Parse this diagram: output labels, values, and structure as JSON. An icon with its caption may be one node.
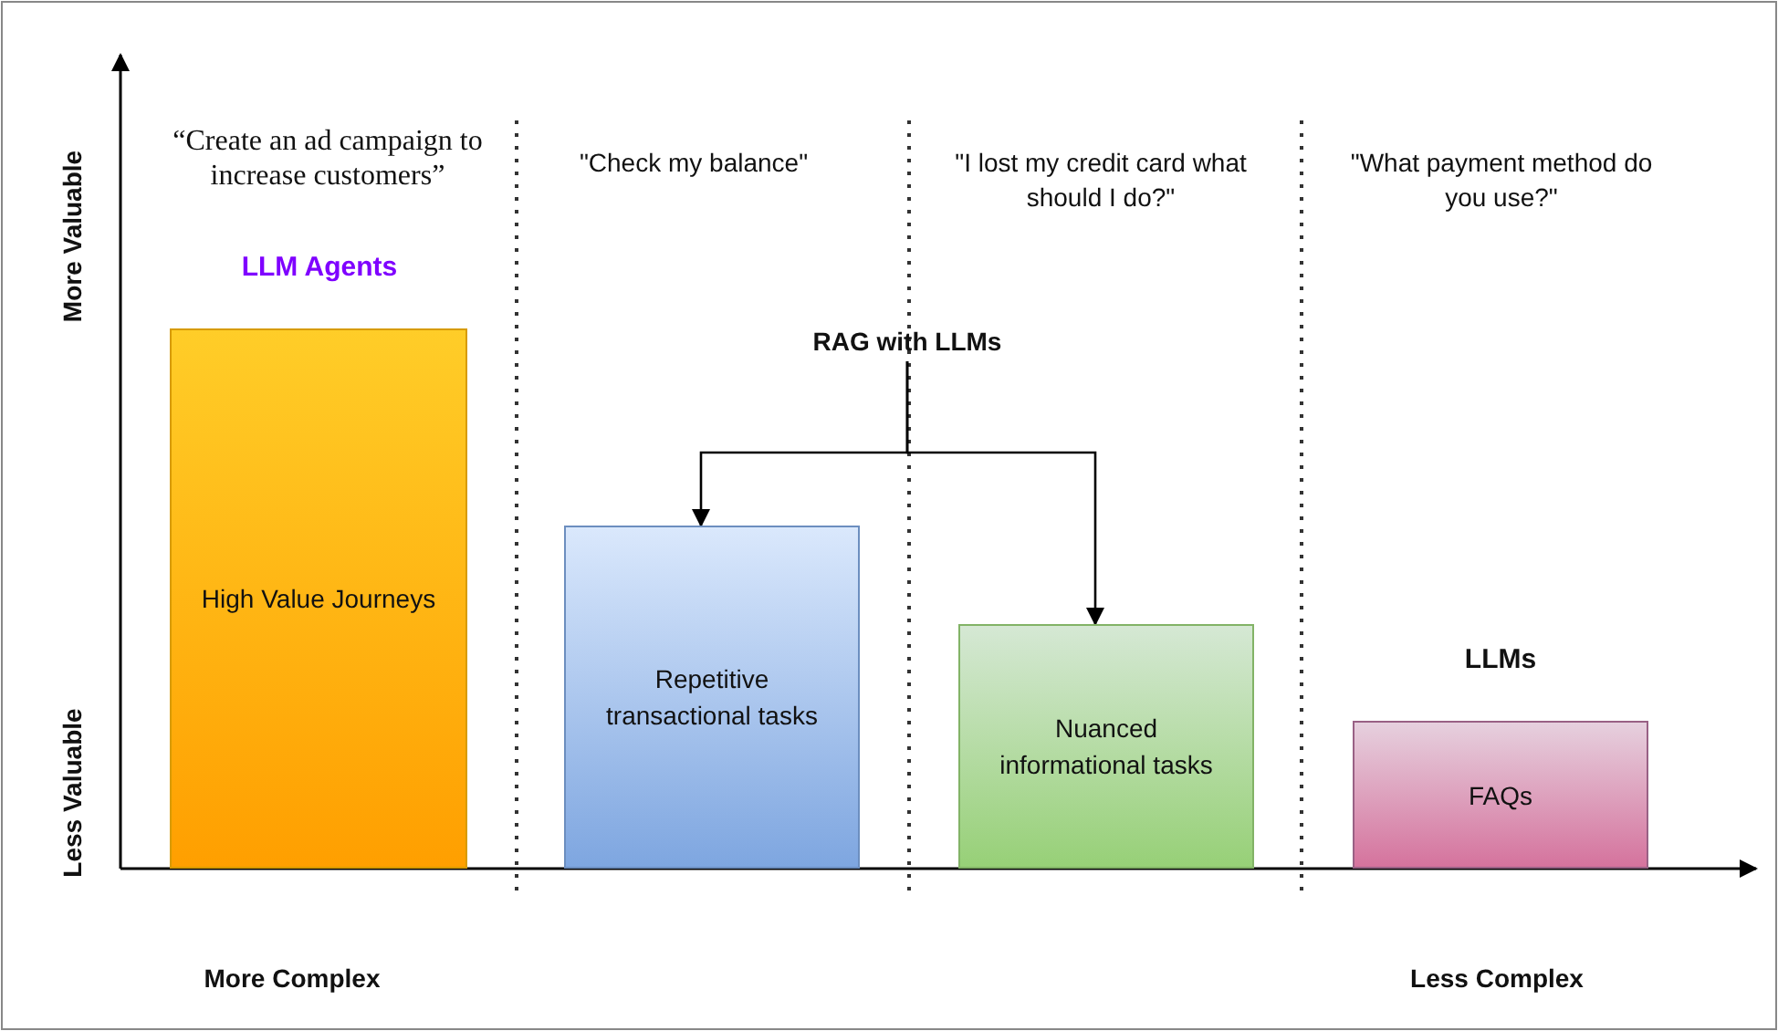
{
  "diagram": {
    "nodes": [
      {
        "text": [
          "High Value Journeys"
        ],
        "beside": [
          "LLM Agents"
        ]
      },
      {
        "text": [
          "RAG with LLMs"
        ]
      },
      {
        "text": [
          "Repetitive transactional tasks"
        ]
      },
      {
        "text": [
          "Nuanced informational tasks"
        ]
      },
      {
        "text": [
          "FAQs"
        ],
        "beside": [
          "LLMs"
        ]
      }
    ],
    "edges": [
      {
        "from": 1,
        "to": 2,
        "arrow": "to"
      },
      {
        "from": 1,
        "to": 3,
        "arrow": "to"
      }
    ],
    "labels": [
      "More Valuable",
      "“Create an ad campaign to increase customers”",
      "\"Check my balance\"",
      "\"I lost my credit card what should I do?\"",
      "\"What payment method do you use?\"",
      "Less Valuable",
      "More Complex",
      "Less Complex"
    ]
  }
}
